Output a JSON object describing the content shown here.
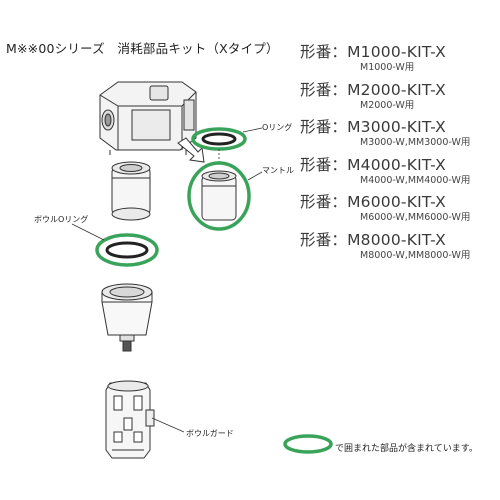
{
  "title": "M※※00シリーズ　消耗部品キット（Xタイプ）",
  "models": [
    {
      "label": "形番：M1000-KIT-X",
      "note": "M1000-W用"
    },
    {
      "label": "形番：M2000-KIT-X",
      "note": "M2000-W用"
    },
    {
      "label": "形番：M3000-KIT-X",
      "note": "M3000-W,MM3000-W用"
    },
    {
      "label": "形番：M4000-KIT-X",
      "note": "M4000-W,MM4000-W用"
    },
    {
      "label": "形番：M6000-KIT-X",
      "note": "M6000-W,MM6000-W用"
    },
    {
      "label": "形番：M8000-KIT-X",
      "note": "M8000-W,MM8000-W用"
    }
  ],
  "callouts": {
    "o_ring": "Oリング",
    "mantle": "マントル",
    "bowl_o_ring": "ボウルOリング",
    "bowl_guard": "ボウルガード"
  },
  "legend": "で囲まれた部品が含まれています。",
  "colors": {
    "highlight": "#3aa35a",
    "line": "#333333",
    "part_fill": "#f3f3f3",
    "text": "#222222"
  }
}
